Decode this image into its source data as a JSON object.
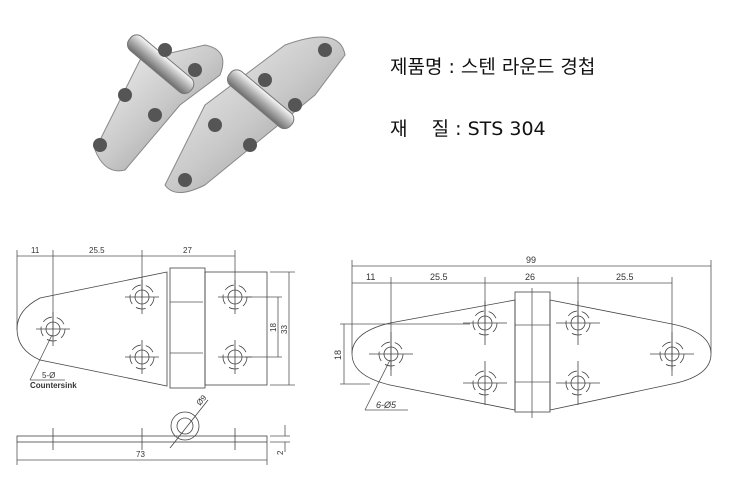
{
  "product": {
    "name_line": "제품명 : 스텐 라운드 경첩",
    "material_line": "재    질 : STS 304"
  },
  "drawing_left": {
    "dims": {
      "d1": "11",
      "d2": "25.5",
      "d3": "27",
      "hole_pitch": "18",
      "height": "33",
      "pin_dia": "Ø9",
      "length": "73",
      "thickness": "2"
    },
    "hole_note": "5-Ø",
    "hole_type": "Countersink"
  },
  "drawing_right": {
    "dims": {
      "total": "99",
      "d1": "11",
      "d2": "25.5",
      "d3": "26",
      "d4": "25.5",
      "hole_pitch": "18"
    },
    "hole_note": "6-Ø5"
  }
}
